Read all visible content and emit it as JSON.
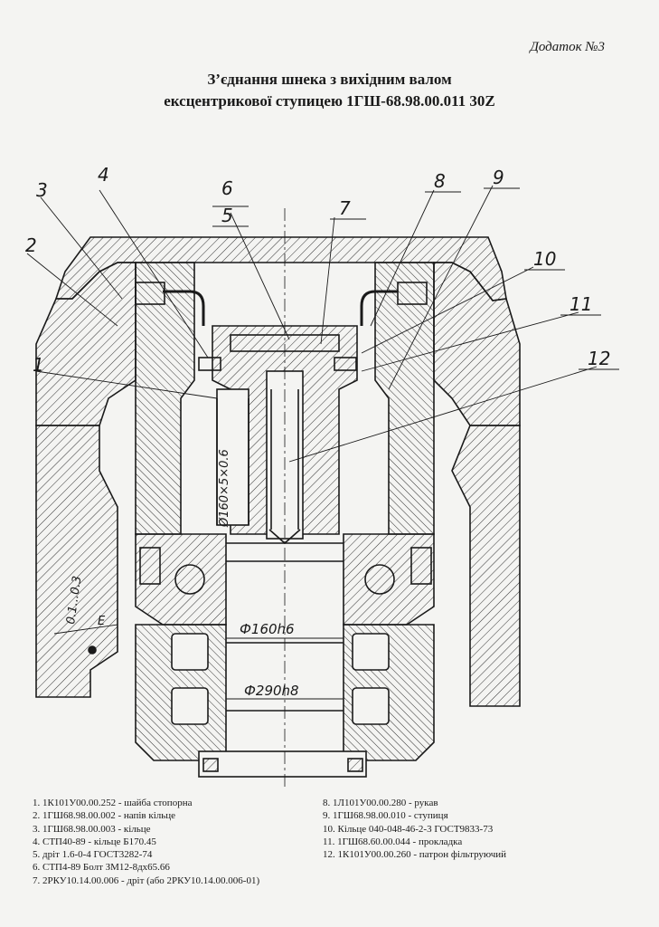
{
  "header": {
    "appendix": "Додаток №3",
    "title_line1": "З’єднання шнека з вихідним валом",
    "title_line2": "ексцентрикової ступицею 1ГШ-68.98.00.011 30Z"
  },
  "drawing": {
    "callouts": [
      "1",
      "2",
      "3",
      "4",
      "5",
      "6",
      "7",
      "8",
      "9",
      "10",
      "11",
      "12"
    ],
    "dim_thread": "Ø160×5×0.6",
    "dim_bore": "Ф160h6",
    "dim_outer": "Ф290h8",
    "tolerance": "0.1...0.3",
    "tolerance_ref": "Е"
  },
  "legend": {
    "left": [
      "1. 1К101У00.00.252 - шайба стопорна",
      "2. 1ГШ68.98.00.002 - напів кільце",
      "3. 1ГШ68.98.00.003 - кільце",
      "4. СТП40-89 - кільце Б170.45",
      "5. дріт 1.6-0-4 ГОСТ3282-74",
      "6. СТП4-89 Болт ЗМ12-8дх65.66",
      "7. 2РКУ10.14.00.006 - дріт (або 2РКУ10.14.00.006-01)"
    ],
    "right": [
      "8. 1Л101У00.00.280 - рукав",
      "9. 1ГШ68.98.00.010 - ступиця",
      "10. Кільце 040-048-46-2-3 ГОСТ9833-73",
      "11. 1ГШ68.60.00.044 - прокладка",
      "12. 1К101У00.00.260 - патрон фільтруючий"
    ]
  }
}
